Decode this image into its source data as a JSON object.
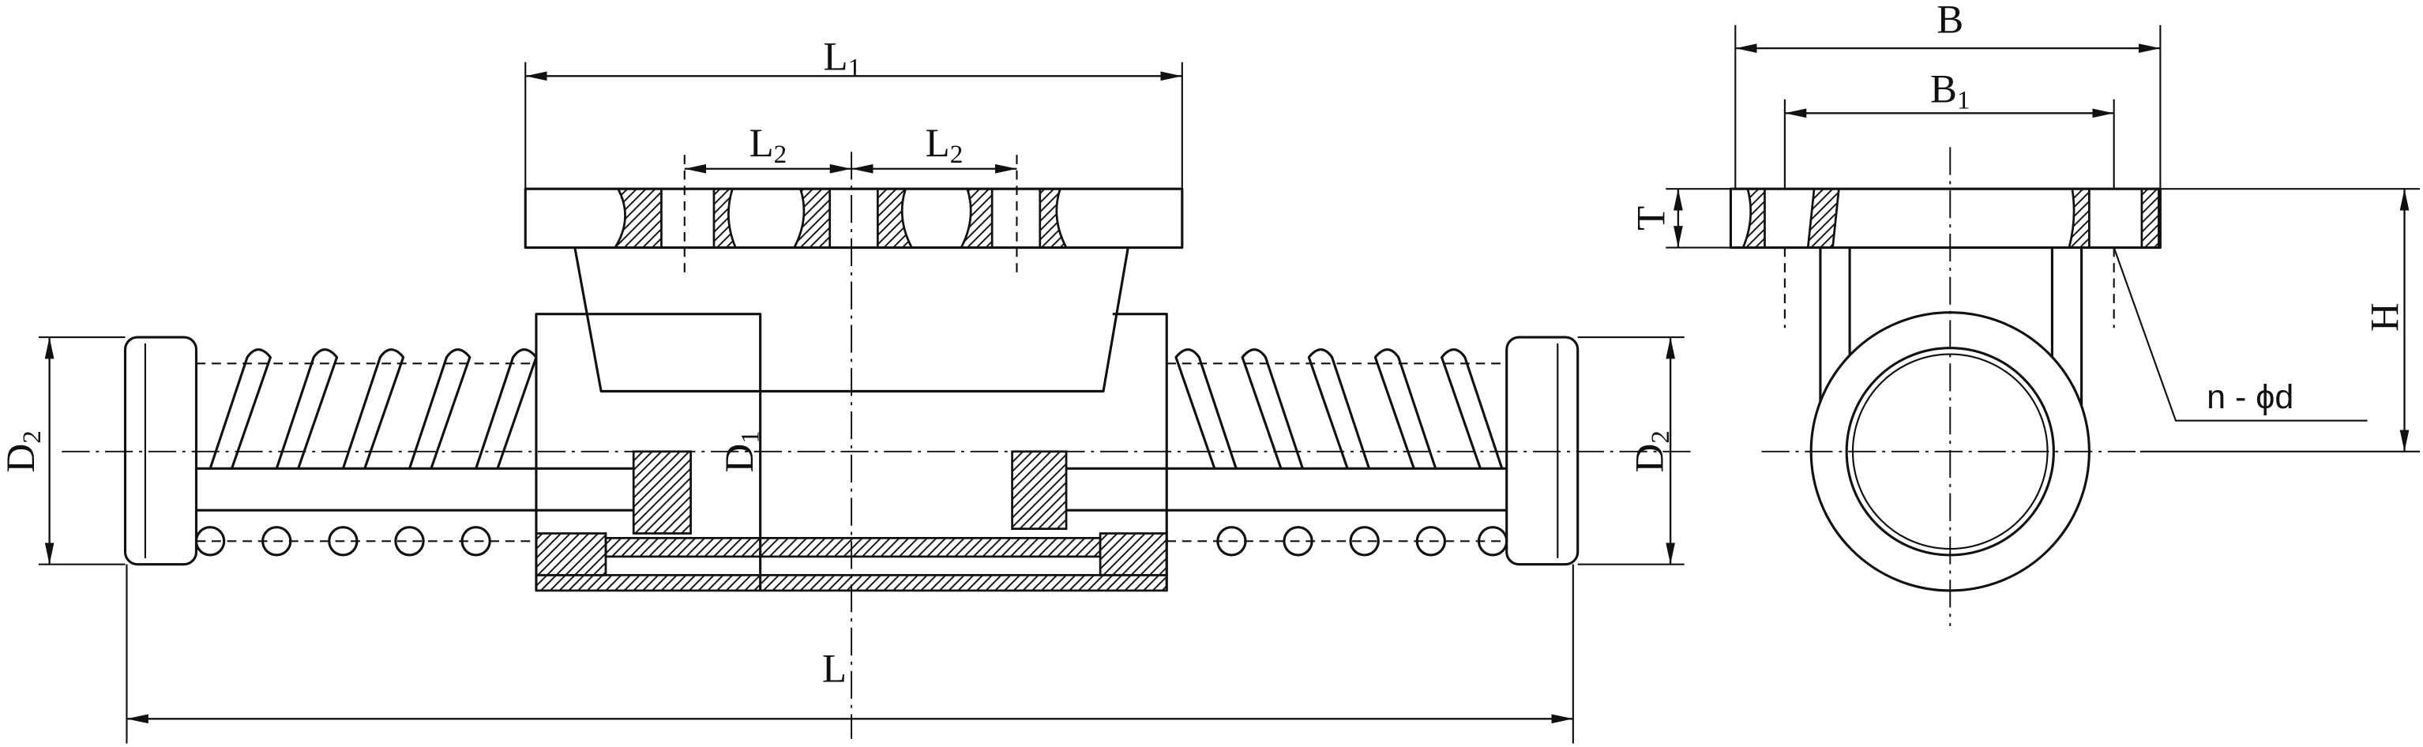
{
  "colors": {
    "line": "#111111",
    "background": "#ffffff"
  },
  "front_view": {
    "L1": {
      "base": "L",
      "sub": "1"
    },
    "L2_left": {
      "base": "L",
      "sub": "2"
    },
    "L2_right": {
      "base": "L",
      "sub": "2"
    },
    "L": {
      "base": "L"
    },
    "D1": {
      "base": "D",
      "sub": "1"
    },
    "D2_left": {
      "base": "D",
      "sub": "2"
    },
    "D2_right": {
      "base": "D",
      "sub": "2"
    }
  },
  "side_view": {
    "B": {
      "base": "B"
    },
    "B1": {
      "base": "B",
      "sub": "1"
    },
    "T": {
      "base": "T"
    },
    "H": {
      "base": "H"
    },
    "hole_callout": "n - ϕd"
  }
}
